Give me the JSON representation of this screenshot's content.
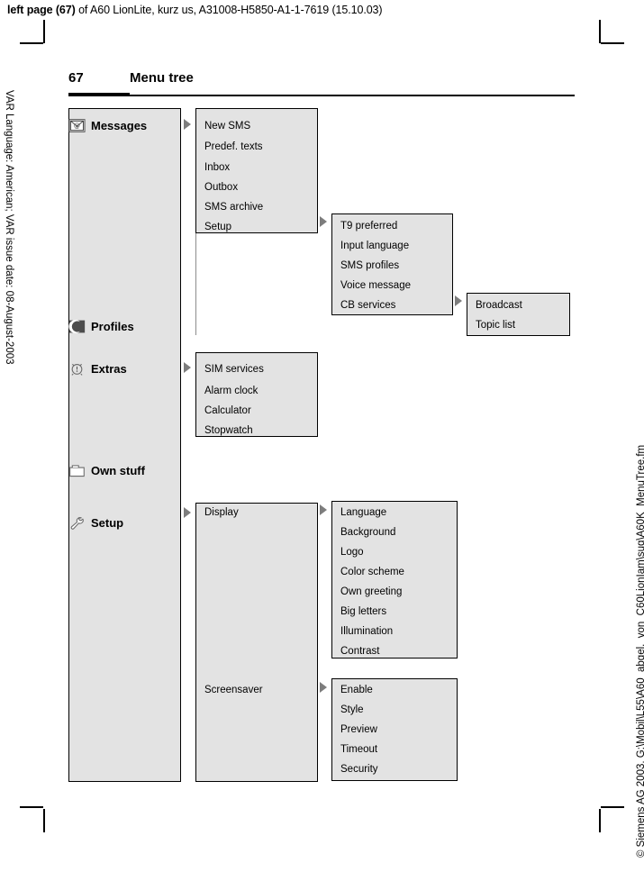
{
  "document": {
    "header_bold": "left page (67)",
    "header_rest": " of A60 LionLite, kurz us, A31008-H5850-A1-1-7619 (15.10.03)",
    "left_margin": "VAR Language: American; VAR issue date: 08-August-2003",
    "right_margin": "© Siemens AG 2003, G:\\Mobil\\L55\\A60_abgel._von_C60LionIam\\sug\\A60K_MenuTree.fm"
  },
  "page": {
    "number": "67",
    "chapter_title": "Menu tree"
  },
  "colors": {
    "panel_fill": "#e3e3e3",
    "panel_border": "#000000",
    "arrow": "#7d7d7d",
    "text": "#000000"
  },
  "menu": {
    "roots": [
      {
        "label": "Messages",
        "icon": "envelope-at-icon"
      },
      {
        "label": "Profiles",
        "icon": "moon-icon"
      },
      {
        "label": "Extras",
        "icon": "alarm-clock-icon"
      },
      {
        "label": "Own stuff",
        "icon": "folder-icon"
      },
      {
        "label": "Setup",
        "icon": "wrench-icon"
      }
    ],
    "messages_items": [
      "New SMS",
      "Predef. texts",
      "Inbox",
      "Outbox",
      "SMS archive",
      "Setup"
    ],
    "sms_setup_items": [
      "T9 preferred",
      "Input language",
      "SMS profiles",
      "Voice message",
      "CB services"
    ],
    "cb_services_items": [
      "Broadcast",
      "Topic list"
    ],
    "extras_items": [
      "SIM services",
      "Alarm clock",
      "Calculator",
      "Stopwatch"
    ],
    "setup_items": [
      "Display",
      "Screensaver"
    ],
    "display_items": [
      "Language",
      "Background",
      "Logo",
      "Color scheme",
      "Own greeting",
      "Big letters",
      "Illumination",
      "Contrast"
    ],
    "screensaver_items": [
      "Enable",
      "Style",
      "Preview",
      "Timeout",
      "Security"
    ]
  }
}
